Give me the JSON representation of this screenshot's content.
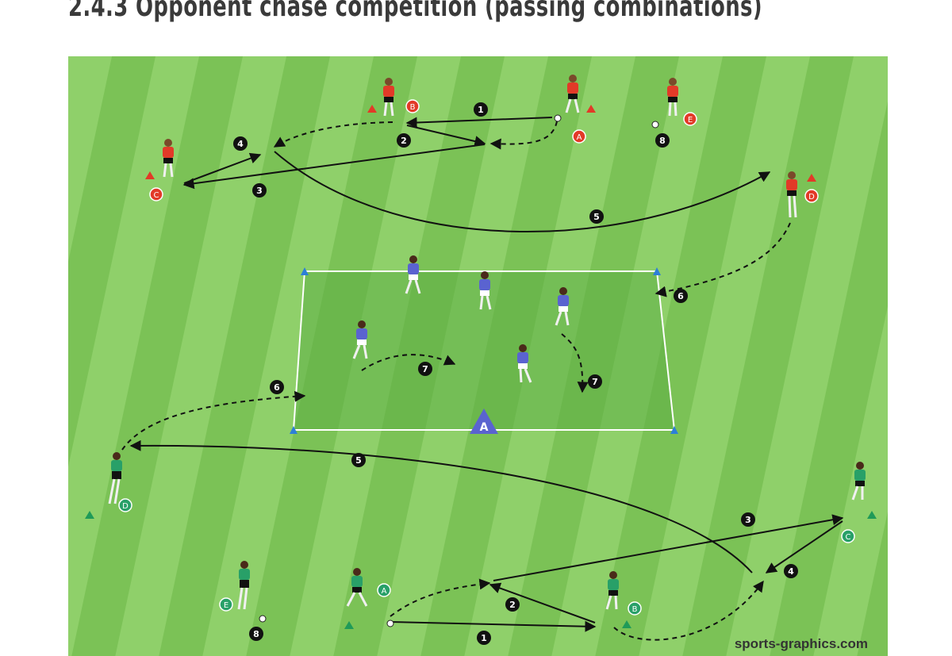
{
  "section_title": "2.4.3   Opponent chase competition (passing combinations)",
  "credit": "sports-graphics.com",
  "colors": {
    "pitch_light": "#8fd06a",
    "pitch_dark": "#7bc256",
    "zone": "#5fae45",
    "red_team": "#e23a28",
    "green_team": "#28a068",
    "blue_team": "#5a63d0",
    "label_black": "#111111"
  },
  "zone_marker": "A",
  "red_players": [
    "A",
    "B",
    "C",
    "D",
    "E"
  ],
  "green_players": [
    "A",
    "B",
    "C",
    "D",
    "E"
  ],
  "step_numbers": [
    "1",
    "2",
    "3",
    "4",
    "5",
    "6",
    "7",
    "8"
  ]
}
